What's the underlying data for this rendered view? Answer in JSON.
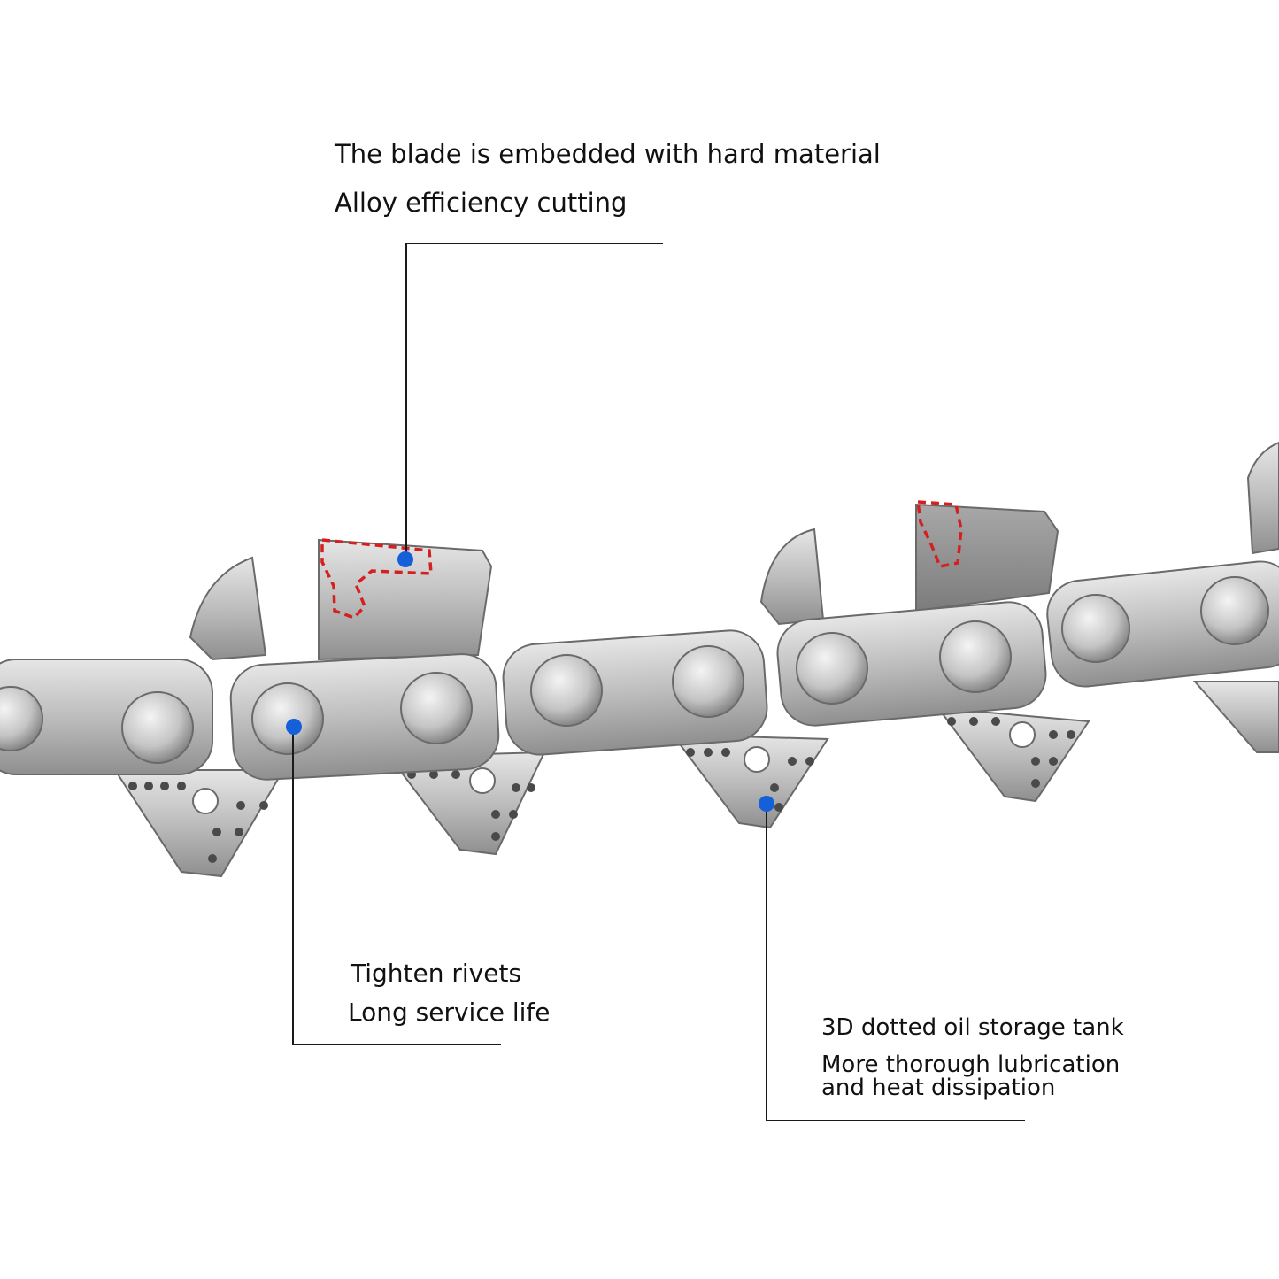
{
  "callouts": {
    "blade": {
      "line1": "The blade is embedded with hard material",
      "line2": "Alloy efficiency cutting"
    },
    "rivets": {
      "line1": "Tighten rivets",
      "line2": "Long service life"
    },
    "oil": {
      "line1": "3D dotted oil storage tank",
      "line2": "More thorough lubrication",
      "line3": "and heat dissipation"
    }
  },
  "colors": {
    "marker": "#1560d8",
    "highlight_outline": "#d42020",
    "leader_line": "#1a1a1a",
    "metal": "#b9b9b9"
  }
}
